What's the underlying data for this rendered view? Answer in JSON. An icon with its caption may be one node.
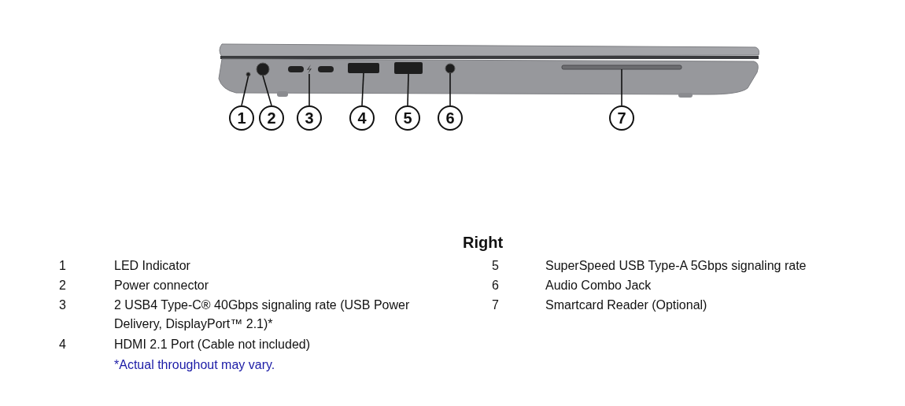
{
  "diagram": {
    "title": "Right",
    "nodes": [
      {
        "text": [
          "1"
        ]
      },
      {
        "text": [
          "2"
        ]
      },
      {
        "text": [
          "3"
        ]
      },
      {
        "text": [
          "4"
        ]
      },
      {
        "text": [
          "5"
        ]
      },
      {
        "text": [
          "6"
        ]
      },
      {
        "text": [
          "7"
        ]
      },
      {
        "text": [],
        "shape": "circle"
      },
      {
        "text": [],
        "shape": "circle"
      },
      {
        "text": [],
        "shape": "picture"
      },
      {
        "text": [],
        "shape": "box"
      },
      {
        "text": [],
        "shape": "box"
      },
      {
        "text": [],
        "shape": "circle"
      },
      {
        "text": [],
        "shape": "bar"
      }
    ],
    "edges": [
      {
        "from": 0,
        "to": 7,
        "arrow": "none"
      },
      {
        "from": 1,
        "to": 8,
        "arrow": "none"
      },
      {
        "from": 2,
        "to": 9,
        "arrow": "none"
      },
      {
        "from": 3,
        "to": 10,
        "arrow": "none"
      },
      {
        "from": 4,
        "to": 11,
        "arrow": "none"
      },
      {
        "from": 5,
        "to": 12,
        "arrow": "none"
      },
      {
        "from": 6,
        "to": 13,
        "arrow": "none"
      }
    ],
    "labels": [
      "1",
      "LED Indicator",
      "2",
      "Power connector",
      "3",
      "2 USB4 Type-C® 40Gbps signaling rate (USB Power Delivery, DisplayPort™ 2.1)*",
      "4",
      "HDMI 2.1 Port (Cable not included)",
      "*Actual throughout may vary.",
      "5",
      "SuperSpeed USB Type-A 5Gbps signaling rate",
      "6",
      "Audio Combo Jack",
      "7",
      "Smartcard Reader (Optional)"
    ]
  }
}
